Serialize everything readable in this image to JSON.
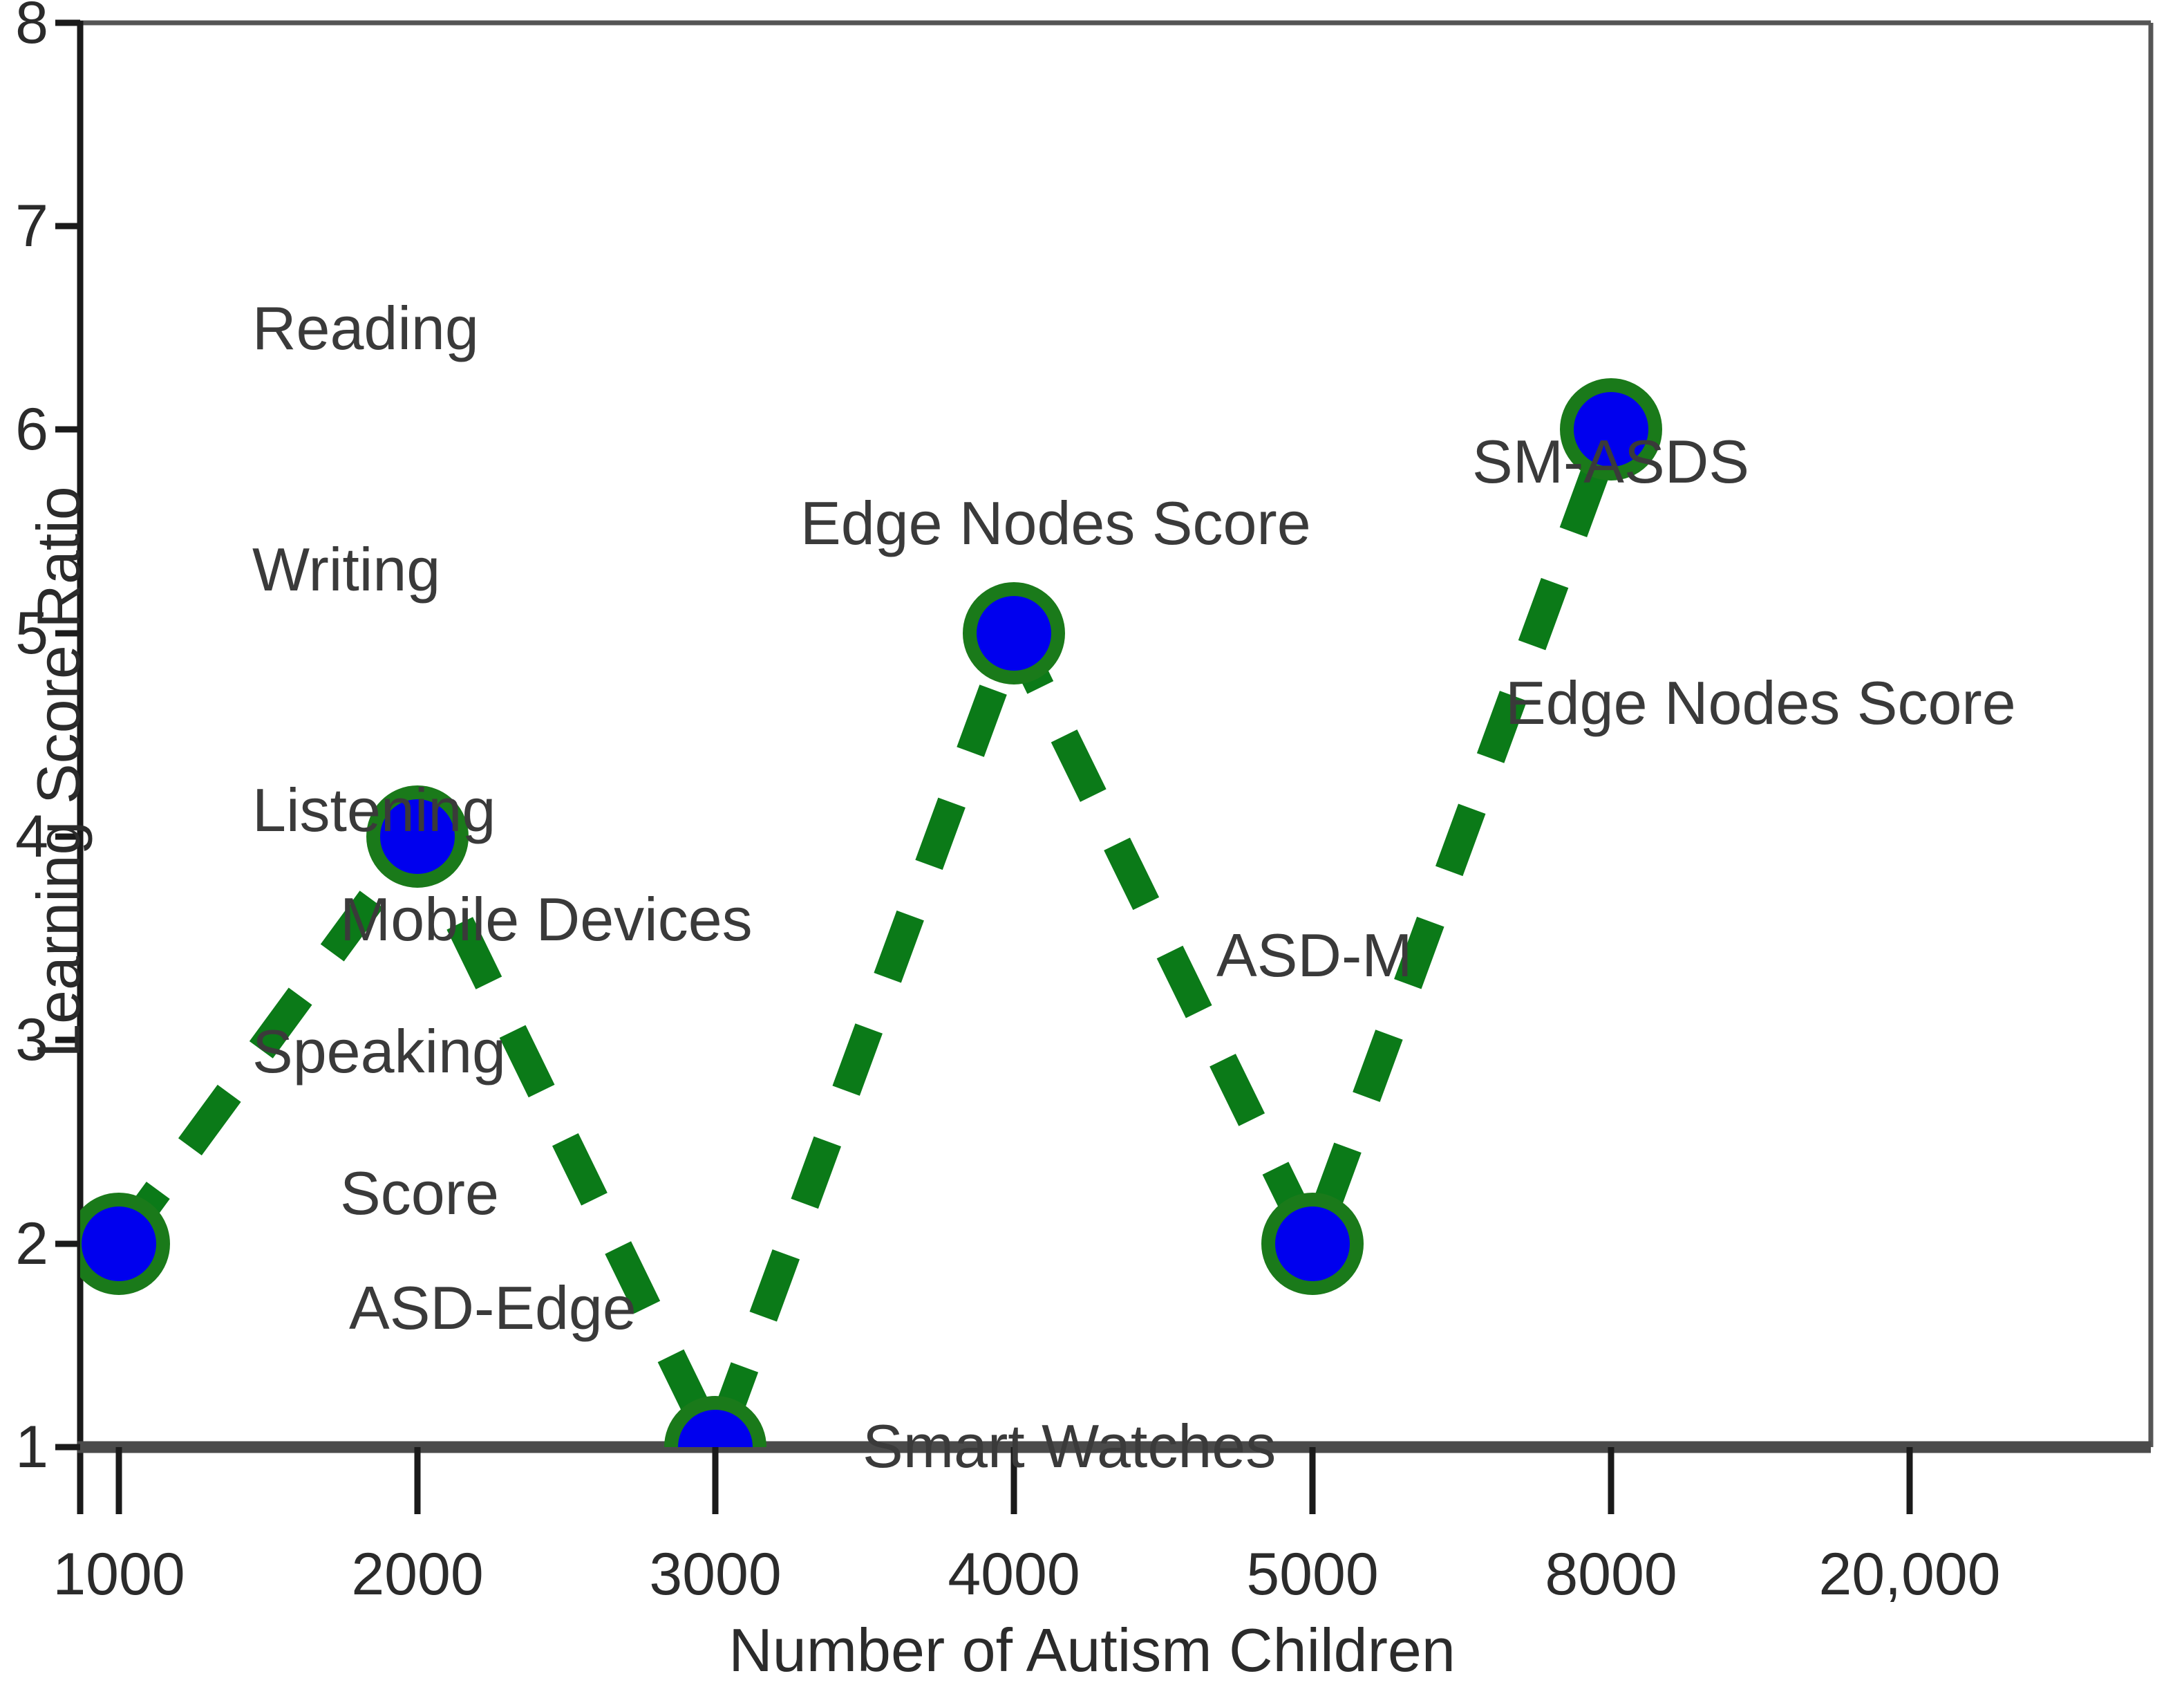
{
  "chart_data": {
    "type": "line",
    "title": "",
    "xlabel": "Number of Autism Children",
    "ylabel": "Learning Score Ratio",
    "x_tick_labels": [
      "1000",
      "2000",
      "3000",
      "4000",
      "5000",
      "8000",
      "20,000"
    ],
    "y_tick_labels": [
      "1",
      "2",
      "3",
      "4",
      "5",
      "6",
      "7",
      "8"
    ],
    "ylim": [
      1,
      8
    ],
    "grid": false,
    "legend": "none",
    "series": [
      {
        "name": "Learning Score Ratio",
        "x": [
          "1000",
          "2000",
          "3000",
          "4000",
          "5000",
          "8000"
        ],
        "values": [
          2,
          4,
          1,
          5,
          2,
          6
        ],
        "line_color": "#0B7A18",
        "line_style": "dashed",
        "marker_face_color": "#0000EE",
        "marker_edge_color": "#1A7A1A"
      }
    ],
    "annotations": [
      {
        "name": "skills-list",
        "lines": [
          "Reading",
          "Writing",
          "Listening",
          "Speaking"
        ]
      },
      {
        "name": "mobile-devices-score",
        "lines": [
          "Mobile Devices",
          "Score"
        ]
      },
      {
        "name": "edge-nodes-score",
        "lines": [
          "Edge Nodes Score"
        ]
      },
      {
        "name": "sm-asds-edge-nodes-score",
        "lines": [
          "SM-ASDS",
          "Edge Nodes Score"
        ]
      },
      {
        "name": "asd-edge",
        "lines": [
          "ASD-Edge"
        ]
      },
      {
        "name": "asd-m",
        "lines": [
          "ASD-M"
        ]
      },
      {
        "name": "smart-watches",
        "lines": [
          "Smart Watches"
        ]
      }
    ],
    "colors": {
      "line": "#0B7A18",
      "marker_fill": "#0000EE",
      "marker_edge": "#1A7A1A",
      "axis": "#404040",
      "text": "#2b2b2b"
    }
  },
  "axis": {
    "y_ticks": [
      "8",
      "7",
      "6",
      "5",
      "4",
      "3",
      "2",
      "1"
    ],
    "x_ticks": [
      "1000",
      "2000",
      "3000",
      "4000",
      "5000",
      "8000",
      "20,000"
    ],
    "x_title": "Number of Autism Children",
    "y_title": "Learning Score Ratio"
  },
  "annotations": {
    "skills_line1": "Reading",
    "skills_line2": "Writing",
    "skills_line3": "Listening",
    "skills_line4": "Speaking",
    "mobile_line1": "Mobile Devices",
    "mobile_line2": "Score",
    "edge_nodes_score": "Edge Nodes Score",
    "sm_asds_line1": "SM-ASDS",
    "sm_asds_line2": "Edge Nodes Score",
    "asd_edge": "ASD-Edge",
    "asd_m": "ASD-M",
    "smart_watches": "Smart Watches"
  }
}
